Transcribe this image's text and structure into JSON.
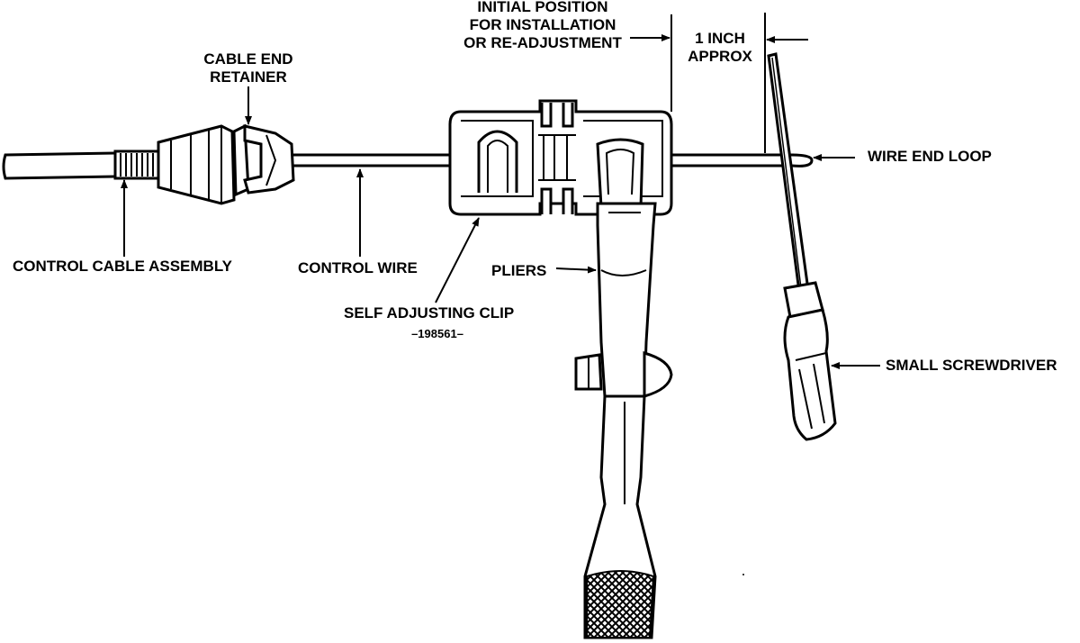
{
  "labels": {
    "initial_position_line1": "INITIAL POSITION",
    "initial_position_line2": "FOR INSTALLATION",
    "initial_position_line3": "OR RE-ADJUSTMENT",
    "one_inch_line1": "1 INCH",
    "one_inch_line2": "APPROX",
    "cable_end_retainer_line1": "CABLE END",
    "cable_end_retainer_line2": "RETAINER",
    "wire_end_loop": "WIRE END LOOP",
    "control_cable_assembly": "CONTROL CABLE ASSEMBLY",
    "control_wire": "CONTROL WIRE",
    "pliers": "PLIERS",
    "self_adjusting_clip": "SELF ADJUSTING CLIP",
    "figure_number": "–198561–",
    "small_screwdriver": "SMALL SCREWDRIVER"
  },
  "colors": {
    "ink": "#000000",
    "paper": "#ffffff"
  }
}
